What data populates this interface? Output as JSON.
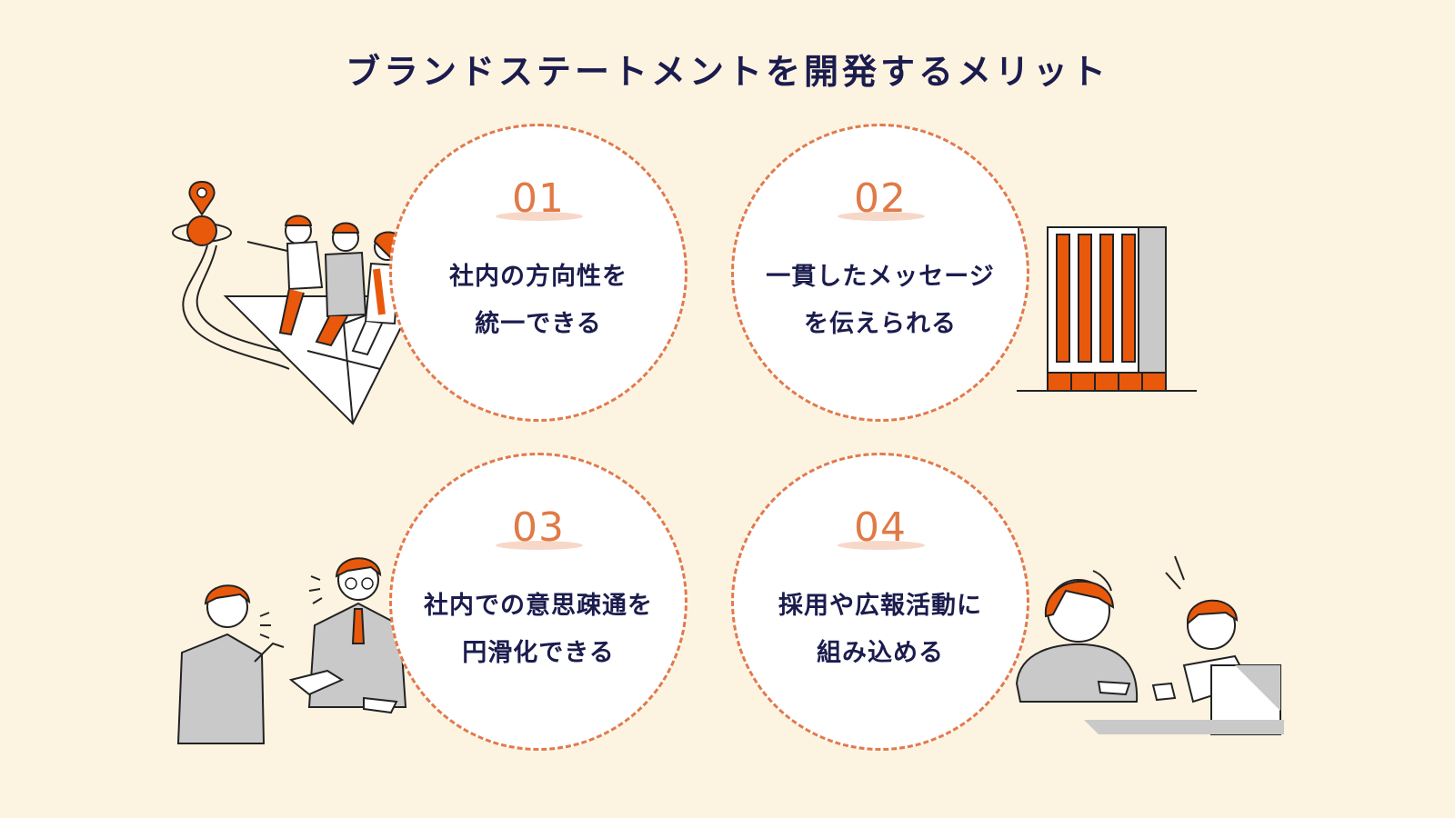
{
  "title": "ブランドステートメントを開発するメリット",
  "colors": {
    "background": "#fdf3e1",
    "accent": "#e27a4b",
    "navy": "#1b1c4d"
  },
  "benefits": [
    {
      "number": "01",
      "line1": "社内の方向性を",
      "line2": "統一できる",
      "icon": "team-on-paper-plane-illustration"
    },
    {
      "number": "02",
      "line1": "一貫したメッセージ",
      "line2": "を伝えられる",
      "icon": "office-building-illustration"
    },
    {
      "number": "03",
      "line1": "社内での意思疎通を",
      "line2": "円滑化できる",
      "icon": "handshake-conversation-illustration"
    },
    {
      "number": "04",
      "line1": "採用や広報活動に",
      "line2": "組み込める",
      "icon": "interview-meeting-illustration"
    }
  ]
}
